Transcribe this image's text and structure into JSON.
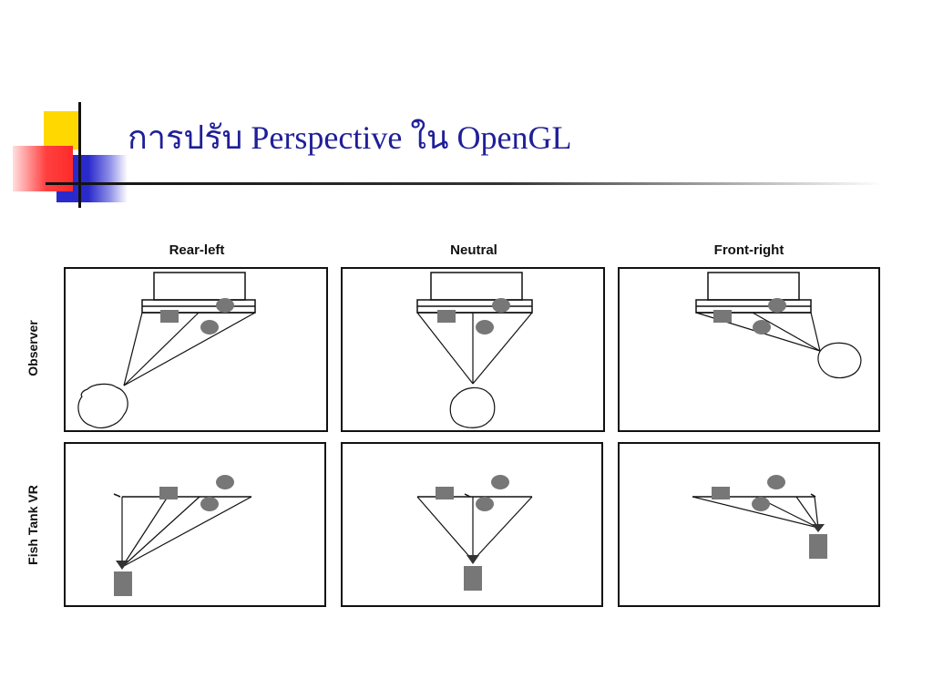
{
  "slide": {
    "title": "การปรับ Perspective ใน OpenGL"
  },
  "columns": [
    "Rear-left",
    "Neutral",
    "Front-right"
  ],
  "rows": [
    "Observer",
    "Fish Tank VR"
  ],
  "colors": {
    "title": "#1f1f99",
    "deco_yellow": "#ffd800",
    "deco_blue": "#2222cc",
    "deco_red": "#ff3333",
    "shape_fill": "#777777"
  }
}
